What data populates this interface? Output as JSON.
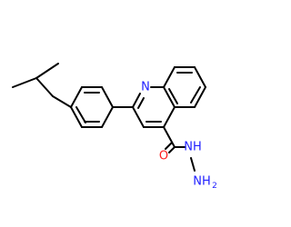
{
  "molecule": {
    "atoms": {
      "ring_nitrogen": {
        "label": "N",
        "color": "#1f1fff"
      },
      "carbonyl_oxygen": {
        "label": "O",
        "color": "#ff1f1f"
      },
      "hydrazide_nh": {
        "label": "NH",
        "color": "#1f1fff"
      },
      "hydrazide_nh2": {
        "label": "NH",
        "color": "#1f1fff"
      },
      "nh2_subscript": {
        "label": "2",
        "color": "#1f1fff"
      }
    },
    "bond_color": "#000000"
  }
}
